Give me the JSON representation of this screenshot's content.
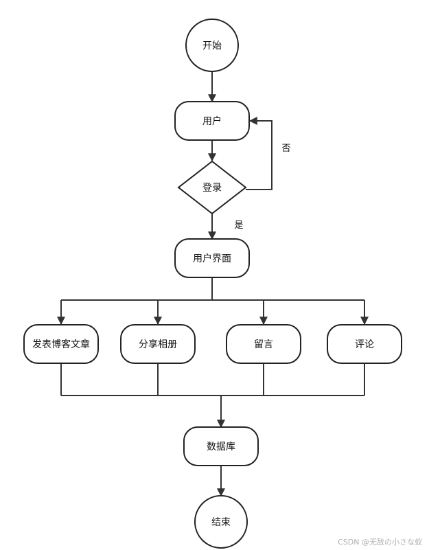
{
  "nodes": {
    "start": "开始",
    "user": "用户",
    "login": "登录",
    "user_interface": "用户界面",
    "blog": "发表博客文章",
    "album": "分享相册",
    "message": "留言",
    "comment": "评论",
    "database": "数据库",
    "end": "结束"
  },
  "edges": {
    "no": "否",
    "yes": "是"
  },
  "watermark": "CSDN @无敌の小さな蚁"
}
